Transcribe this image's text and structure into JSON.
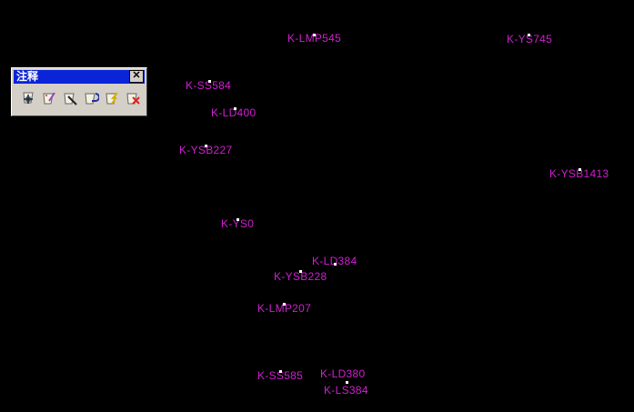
{
  "toolbar": {
    "title": "注释",
    "close_label": "✕",
    "buttons": [
      {
        "icon": "annotation-insert-icon"
      },
      {
        "icon": "annotation-edit-icon"
      },
      {
        "icon": "annotation-pen-icon"
      },
      {
        "icon": "annotation-refresh-icon"
      },
      {
        "icon": "annotation-lightning-icon"
      },
      {
        "icon": "annotation-delete-icon"
      }
    ]
  },
  "labels": [
    "K-LMP545",
    "K-YS745",
    "K-SS584",
    "K-LD400",
    "K-YSB227",
    "K-YSB1413",
    "K-YS0",
    "K-LD384",
    "K-YSB228",
    "K-LMP207",
    "K-SS585",
    "K-LD380",
    "K-LS384"
  ],
  "colors": {
    "label": "#d11fd1",
    "background": "#000000",
    "titlebar": "#0a24d8"
  }
}
